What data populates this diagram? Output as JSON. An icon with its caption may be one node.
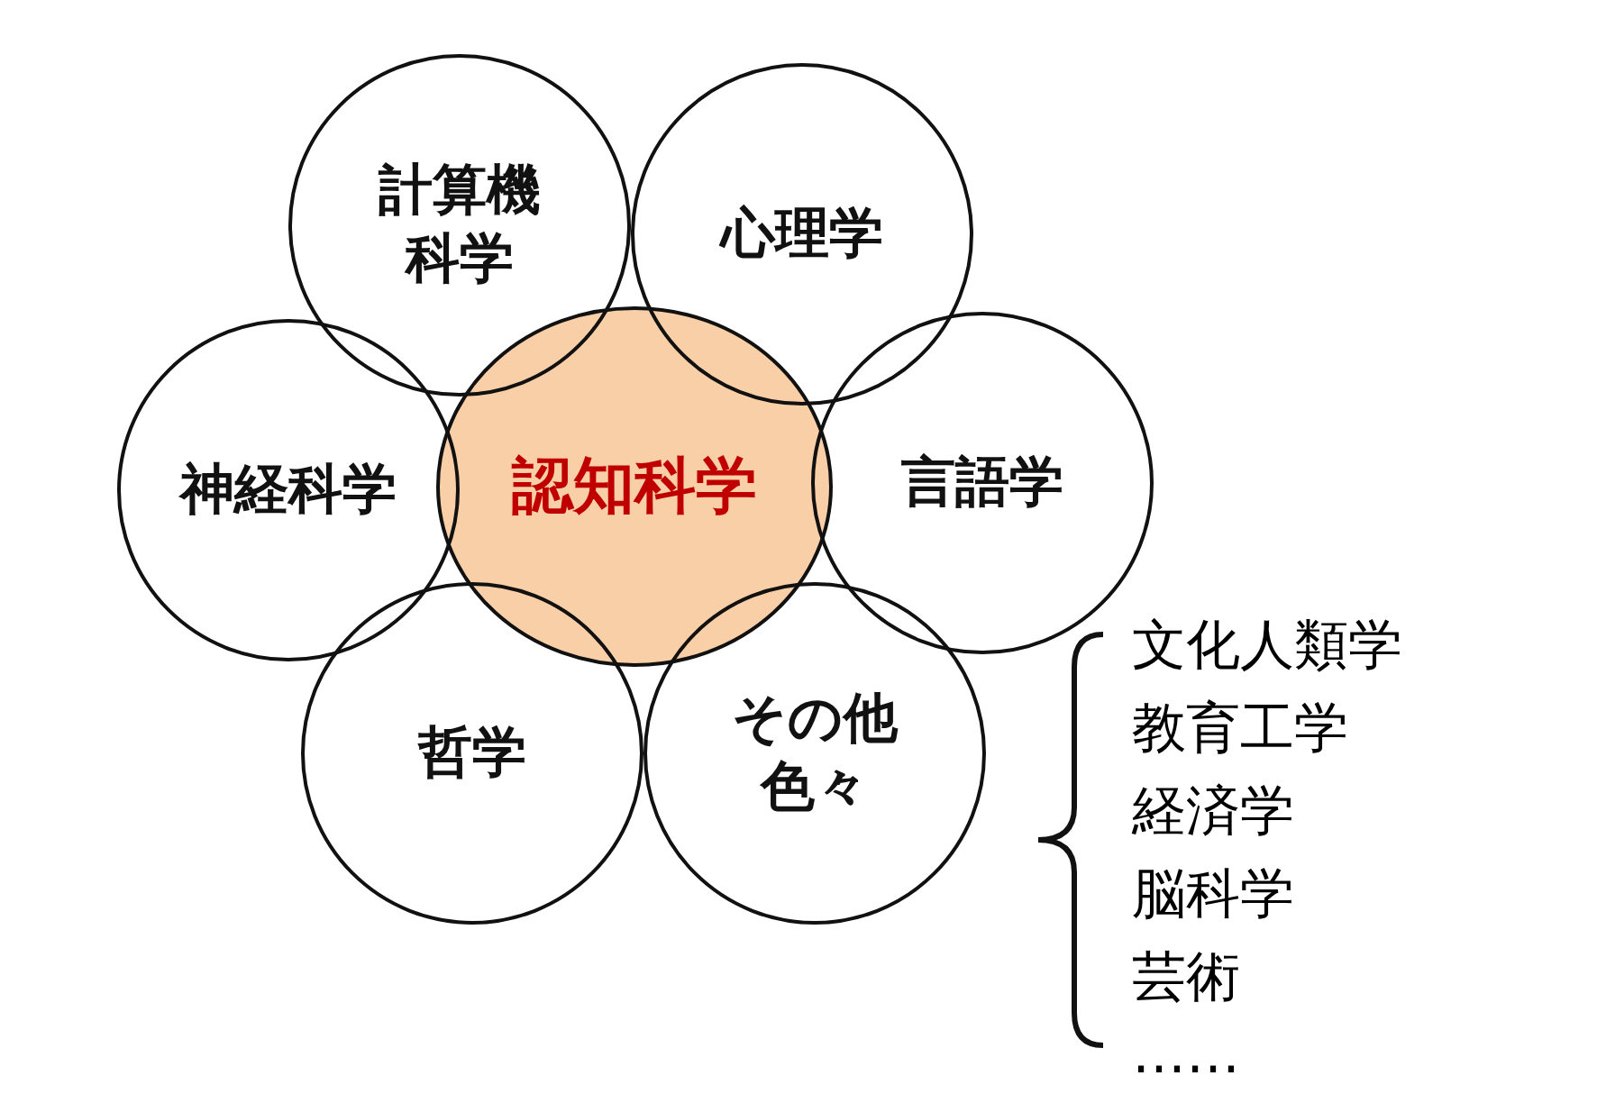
{
  "diagram": {
    "nodes": [
      {
        "text": [
          "計算機科学"
        ]
      },
      {
        "text": [
          "心理学"
        ]
      },
      {
        "text": [
          "神経科学"
        ]
      },
      {
        "text": [
          "認知科学"
        ]
      },
      {
        "text": [
          "言語学"
        ]
      },
      {
        "text": [
          "哲学"
        ]
      },
      {
        "text": [
          "その他色々"
        ]
      }
    ],
    "labels": [
      "文化人類学",
      "教育工学",
      "経済学",
      "脳科学",
      "芸術",
      "……"
    ]
  }
}
